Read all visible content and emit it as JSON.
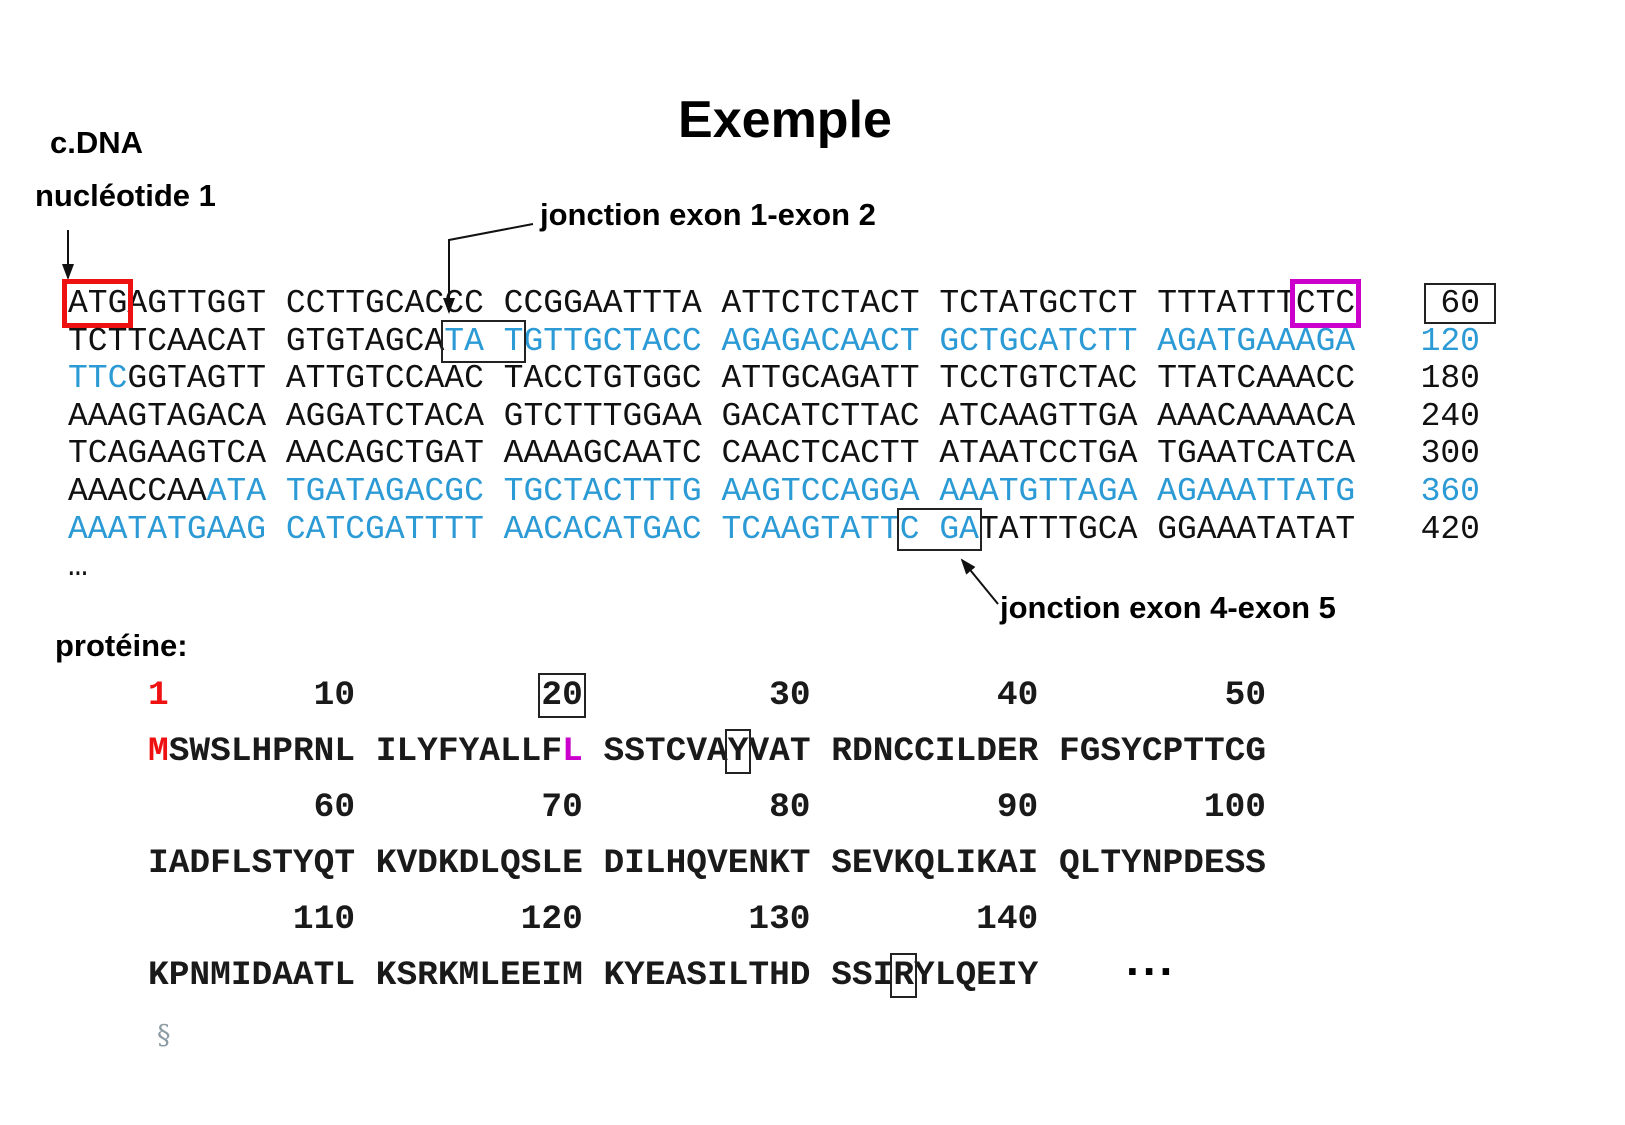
{
  "title": "Exemple",
  "labels": {
    "cdna_line1": "c.DNA",
    "cdna_line2": "nucléotide 1",
    "junction_1_2": "jonction exon 1-exon 2",
    "junction_4_5": "jonction exon 4-exon 5",
    "protein": "protéine:",
    "protein_ellipsis": "..."
  },
  "icons": {
    "object_anchor": "§"
  },
  "colors": {
    "black": "#111111",
    "blue": "#2b9ad5",
    "red": "#ee1111",
    "magenta": "#cc00cc"
  },
  "dna": {
    "lines": [
      {
        "segments": [
          {
            "t": "ATG",
            "box": "red"
          },
          {
            "t": "AGTTGGT CCTTGCACCC CCGGAATTTA ATTCTCTACT TCTATGCTCT TTTATTT"
          },
          {
            "t": "CTC",
            "box": "magenta"
          }
        ],
        "number": "60",
        "number_boxed": true
      },
      {
        "segments": [
          {
            "t": "TCTTCAACAT GTGTAGCA"
          },
          {
            "t": "TA T",
            "c": "blue",
            "box": "black"
          },
          {
            "t": "GTTGCTACC AGAGACAACT GCTGCATCTT AGATGAAAGA",
            "c": "blue"
          }
        ],
        "number": "120",
        "number_color": "blue"
      },
      {
        "segments": [
          {
            "t": "TTC",
            "c": "blue"
          },
          {
            "t": "GGTAGTT ATTGTCCAAC TACCTGTGGC ATTGCAGATT TCCTGTCTAC TTATCAAACC"
          }
        ],
        "number": "180"
      },
      {
        "segments": [
          {
            "t": "AAAGTAGACA AGGATCTACA GTCTTTGGAA GACATCTTAC ATCAAGTTGA AAACAAAACA"
          }
        ],
        "number": "240"
      },
      {
        "segments": [
          {
            "t": "TCAGAAGTCA AACAGCTGAT AAAAGCAATC CAACTCACTT ATAATCCTGA TGAATCATCA"
          }
        ],
        "number": "300"
      },
      {
        "segments": [
          {
            "t": "AAACCAA"
          },
          {
            "t": "ATA TGATAGACGC TGCTACTTTG AAGTCCAGGA AAATGTTAGA AGAAATTATG",
            "c": "blue"
          }
        ],
        "number": "360",
        "number_color": "blue"
      },
      {
        "segments": [
          {
            "t": "AAATATGAAG CATCGATTTT AACACATGAC TCAAGTATT",
            "c": "blue"
          },
          {
            "t": "C GA",
            "c": "blue",
            "box": "black"
          },
          {
            "t": "TATTTGCA GGAAATATAT"
          }
        ],
        "number": "420"
      },
      {
        "segments": [
          {
            "t": "…"
          }
        ],
        "number": ""
      }
    ]
  },
  "protein": {
    "rows": [
      {
        "type": "numbers",
        "segments": [
          {
            "t": "1",
            "c": "red"
          },
          {
            "t": "       10         "
          },
          {
            "t": "20",
            "box": "black"
          },
          {
            "t": "         30         40         50"
          }
        ]
      },
      {
        "type": "sequence",
        "segments": [
          {
            "t": "M",
            "c": "red"
          },
          {
            "t": "SWSLHPRNL ILYFYALLF"
          },
          {
            "t": "L",
            "c": "magenta"
          },
          {
            "t": " SSTCVA"
          },
          {
            "t": "Y",
            "box": "black"
          },
          {
            "t": "VAT RDNCCILDER FGSYCPTTCG"
          }
        ]
      },
      {
        "type": "numbers",
        "segments": [
          {
            "t": "        60         70         80         90        100"
          }
        ]
      },
      {
        "type": "sequence",
        "segments": [
          {
            "t": "IADFLSTYQT KVDKDLQSLE DILHQVENKT SEVKQLIKAI QLTYNPDESS"
          }
        ]
      },
      {
        "type": "numbers",
        "segments": [
          {
            "t": "       110        120        130        140"
          }
        ]
      },
      {
        "type": "sequence",
        "segments": [
          {
            "t": "KPNMIDAATL KSRKMLEEIM KYEASILTHD SSI"
          },
          {
            "t": "R",
            "box": "black"
          },
          {
            "t": "YLQEIY"
          }
        ]
      }
    ]
  }
}
